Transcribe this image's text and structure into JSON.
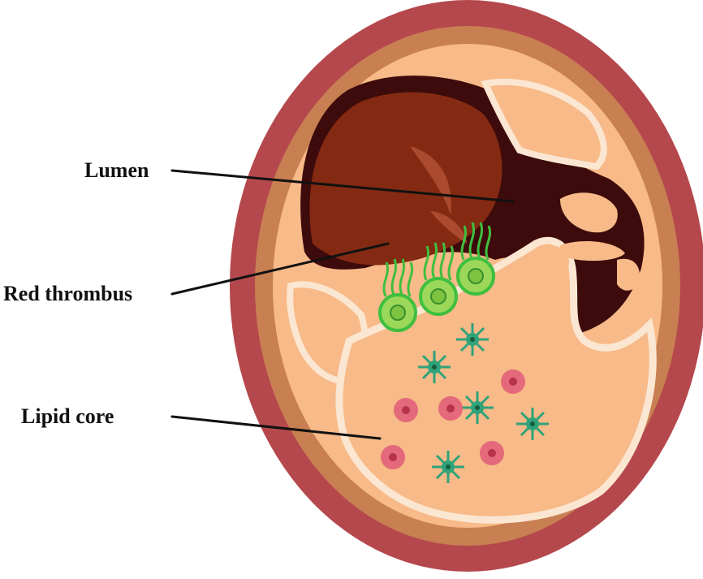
{
  "labels": {
    "lumen": "Lumen",
    "red_thrombus": "Red thrombus",
    "lipid_core": "Lipid core"
  },
  "colors": {
    "outer_wall": "#b5484c",
    "media": "#c87f52",
    "intima": "#f7ba88",
    "plaque_outline": "#fbe6d2",
    "lumen_dark": "#3d0b0b",
    "thrombus": "#852a12",
    "thrombus_highlight": "#b35236",
    "platelet_fill": "#9bd85a",
    "platelet_outline": "#3fbf3f",
    "macrophage": "#2fa37a",
    "foam_cell": "#e4697a",
    "label_text": "#111111"
  },
  "icons": {
    "platelet": "activated-platelet-icon",
    "macrophage": "macrophage-star-icon",
    "foam_cell": "foam-cell-icon"
  }
}
